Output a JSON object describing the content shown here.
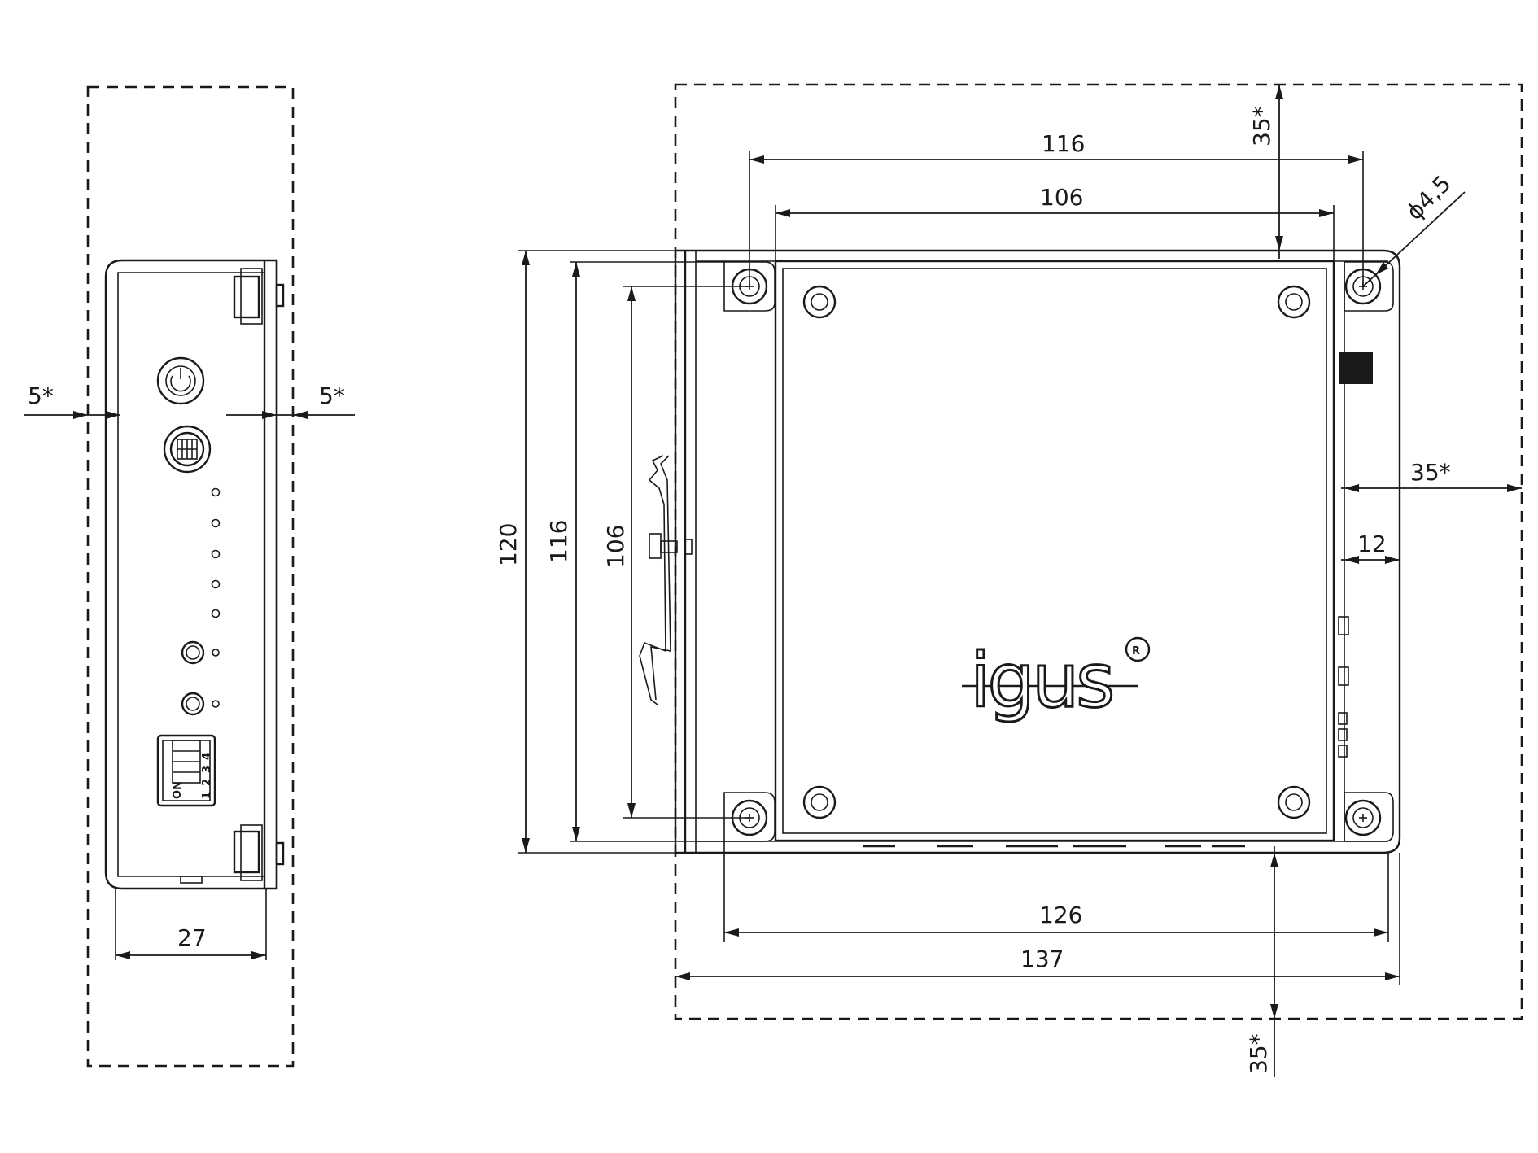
{
  "side_view": {
    "dim_width": "27",
    "dim_clearance_left": "5*",
    "dim_clearance_right": "5*",
    "dip_switch": {
      "on_label": "ON",
      "numbers": [
        "1",
        "2",
        "3",
        "4"
      ]
    }
  },
  "top_view": {
    "dim_hole_span_horizontal": "116",
    "dim_inner_span_horizontal": "106",
    "dim_hole_diameter": "ϕ4,5",
    "dim_clearance_top": "35*",
    "dim_clearance_right": "35*",
    "dim_clearance_bottom": "35*",
    "dim_connector_depth": "12",
    "dim_height_total": "120",
    "dim_hole_span_vertical": "116",
    "dim_inner_span_vertical": "106",
    "dim_width_126": "126",
    "dim_width_137": "137",
    "brand_logo": "igus",
    "registered_mark": "R"
  }
}
